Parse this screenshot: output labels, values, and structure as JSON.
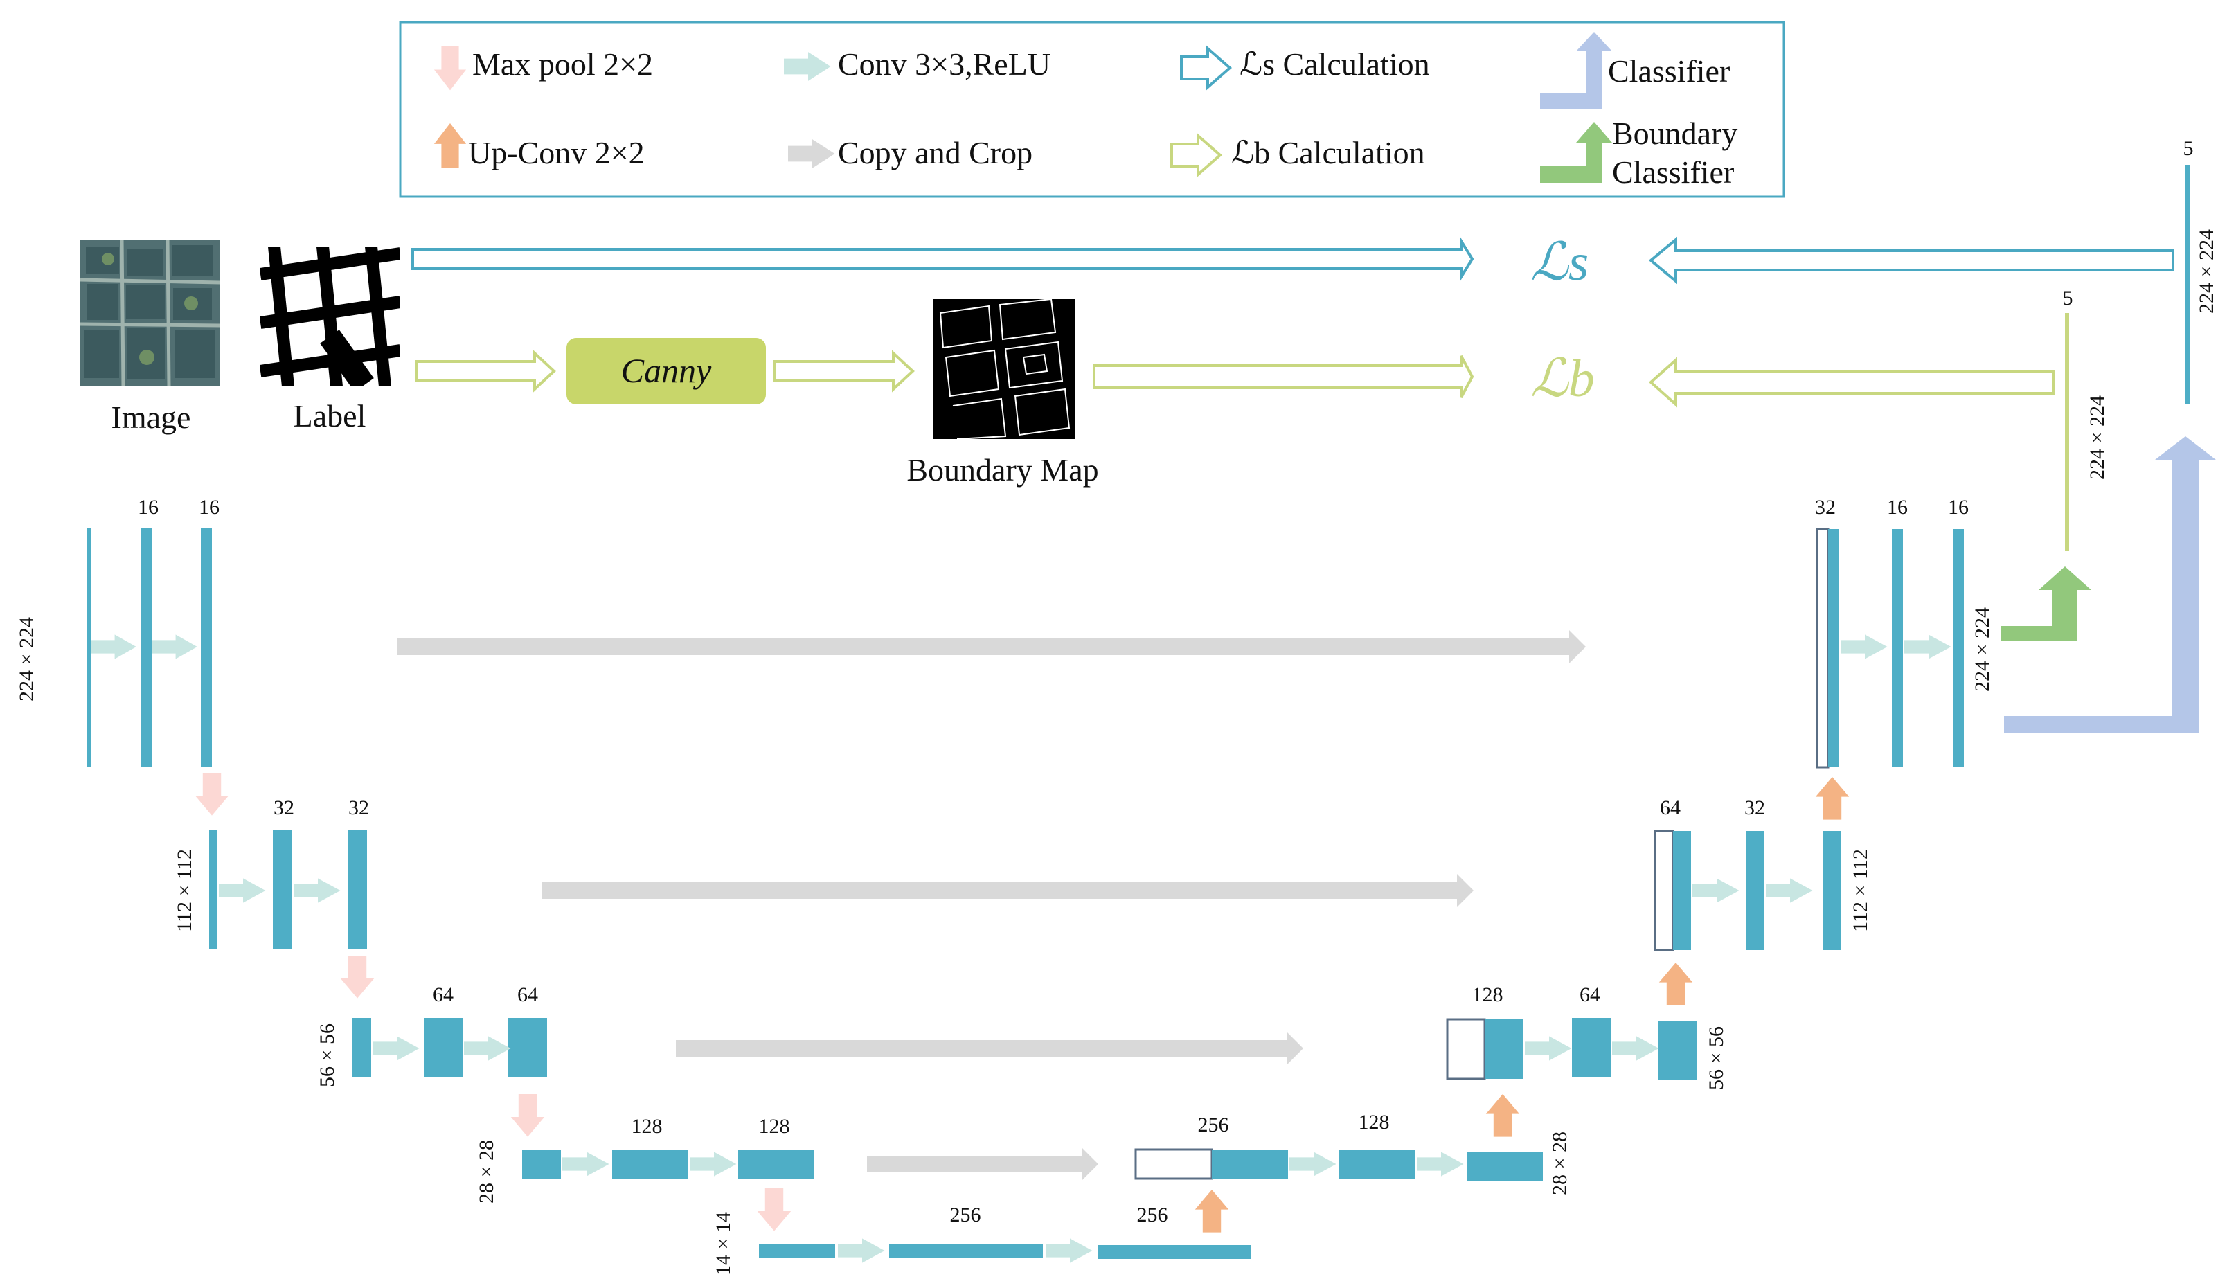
{
  "colors": {
    "block": "#4eaec6",
    "maxpool": "#fcd8d4",
    "conv": "#c8e6e2",
    "upconv": "#f4b384",
    "copy": "#d9d9d9",
    "ls": "#4aa8c2",
    "lb": "#c8d780",
    "classifier": "#b4c6e8",
    "boundary_classifier": "#92c87c",
    "canny": "#c8d66a",
    "legend_border": "#4aa8c2"
  },
  "legend": {
    "maxpool": "Max pool 2×2",
    "conv": "Conv 3×3,ReLU",
    "ls_calc": "ℒs Calculation",
    "classifier": "Classifier",
    "upconv": "Up-Conv 2×2",
    "copy": "Copy and Crop",
    "lb_calc": "ℒb Calculation",
    "boundary_classifier_line1": "Boundary",
    "boundary_classifier_line2": "Classifier"
  },
  "inputs": {
    "image_label": "Image",
    "label_label": "Label",
    "canny_label": "Canny",
    "boundary_map_label": "Boundary Map"
  },
  "losses": {
    "ls": "ℒs",
    "lb": "ℒb"
  },
  "encoder": {
    "l1": {
      "size": "224 × 224",
      "ch1": "16",
      "ch2": "16"
    },
    "l2": {
      "size": "112 × 112",
      "ch1": "32",
      "ch2": "32"
    },
    "l3": {
      "size": "56 × 56",
      "ch1": "64",
      "ch2": "64"
    },
    "l4": {
      "size": "28 × 28",
      "ch1": "128",
      "ch2": "128"
    },
    "l5": {
      "size": "14 × 14",
      "ch1": "256",
      "ch2": "256"
    }
  },
  "decoder": {
    "d4": {
      "size": "28 × 28",
      "ch1": "256",
      "ch2": "128"
    },
    "d3": {
      "size": "56 × 56",
      "ch1": "128",
      "ch2": "64"
    },
    "d2": {
      "size": "112 × 112",
      "ch1": "64",
      "ch2": "32"
    },
    "d1": {
      "size": "224 × 224",
      "ch1": "32",
      "ch2": "16",
      "ch3": "16"
    }
  },
  "heads": {
    "boundary": {
      "size": "224 × 224",
      "ch": "5"
    },
    "seg": {
      "size": "224 × 224",
      "ch": "5"
    }
  }
}
